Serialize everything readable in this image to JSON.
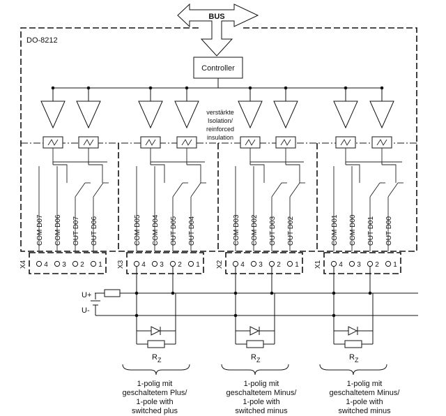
{
  "device_label": "DO-8212",
  "bus_label": "BUS",
  "controller_label": "Controller",
  "isolation_note": [
    "verstärkte",
    "Isolation/",
    "reinforced",
    "insulation"
  ],
  "groups": [
    {
      "connector": "X4",
      "signals": [
        "COM D07",
        "COM D06",
        "OUT D07",
        "OUT D06"
      ],
      "pins": [
        "4",
        "3",
        "2",
        "1"
      ]
    },
    {
      "connector": "X3",
      "signals": [
        "COM D05",
        "COM D04",
        "OUT D05",
        "OUT D04"
      ],
      "pins": [
        "4",
        "3",
        "2",
        "1"
      ]
    },
    {
      "connector": "X2",
      "signals": [
        "COM D03",
        "COM D02",
        "OUT D03",
        "OUT D02"
      ],
      "pins": [
        "4",
        "3",
        "2",
        "1"
      ]
    },
    {
      "connector": "X1",
      "signals": [
        "COM D01",
        "COM D00",
        "OUT D01",
        "OUT D00"
      ],
      "pins": [
        "4",
        "3",
        "2",
        "1"
      ]
    }
  ],
  "supply": {
    "plus": "U+",
    "minus": "U-"
  },
  "load_label": "R",
  "load_subscript": "Z",
  "captions": [
    [
      "1-polig mit",
      "geschaltetem Plus/",
      "1-pole with",
      "switched plus"
    ],
    [
      "1-polig mit",
      "geschaltetem Minus/",
      "1-pole with",
      "switched minus"
    ],
    [
      "1-polig mit",
      "geschaltetem Minus/",
      "1-pole with",
      "switched minus"
    ]
  ]
}
